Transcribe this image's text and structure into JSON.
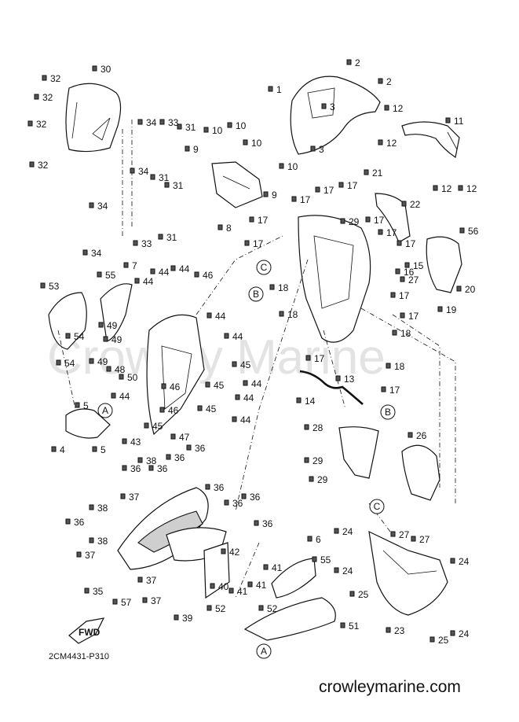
{
  "diagram": {
    "drawing_code": "2CM4431-P310",
    "website": "crowleymarine.com",
    "watermark": "Crowley Marine",
    "fwd_label": "FWD",
    "part_numbers": [
      "1",
      "2",
      "3",
      "4",
      "5",
      "6",
      "7",
      "8",
      "9",
      "10",
      "11",
      "12",
      "13",
      "14",
      "15",
      "16",
      "17",
      "18",
      "19",
      "20",
      "21",
      "22",
      "23",
      "24",
      "25",
      "26",
      "27",
      "28",
      "29",
      "30",
      "31",
      "32",
      "33",
      "34",
      "35",
      "36",
      "37",
      "38",
      "39",
      "40",
      "41",
      "42",
      "43",
      "44",
      "45",
      "46",
      "47",
      "48",
      "49",
      "50",
      "51",
      "52",
      "53",
      "54",
      "55",
      "56",
      "57"
    ],
    "callout_letters": [
      "A",
      "B",
      "C"
    ]
  }
}
